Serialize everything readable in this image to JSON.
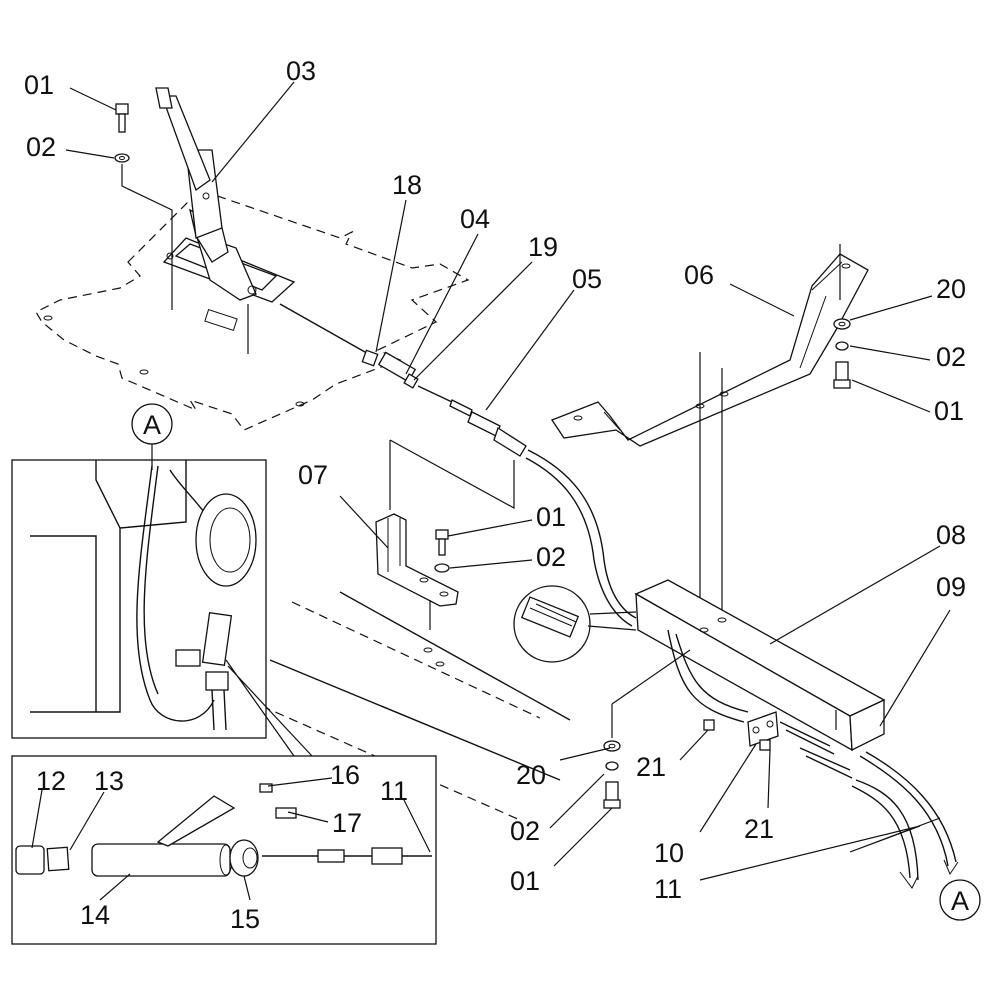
{
  "labels": {
    "c01a": "01",
    "c02a": "02",
    "c03": "03",
    "c18": "18",
    "c04": "04",
    "c19": "19",
    "c05": "05",
    "c06": "06",
    "c20a": "20",
    "c02b": "02",
    "c01b": "01",
    "c07": "07",
    "c01c": "01",
    "c02c": "02",
    "c08": "08",
    "c09": "09",
    "c16": "16",
    "c11a": "11",
    "c12": "12",
    "c13": "13",
    "c17": "17",
    "c14": "14",
    "c15": "15",
    "c20b": "20",
    "c21a": "21",
    "c02d": "02",
    "c01d": "01",
    "c21b": "21",
    "c10": "10",
    "c11b": "11"
  },
  "detail_refs": {
    "top": "A",
    "bottom": "A"
  },
  "colors": {
    "line": "#111111",
    "background": "#ffffff"
  }
}
